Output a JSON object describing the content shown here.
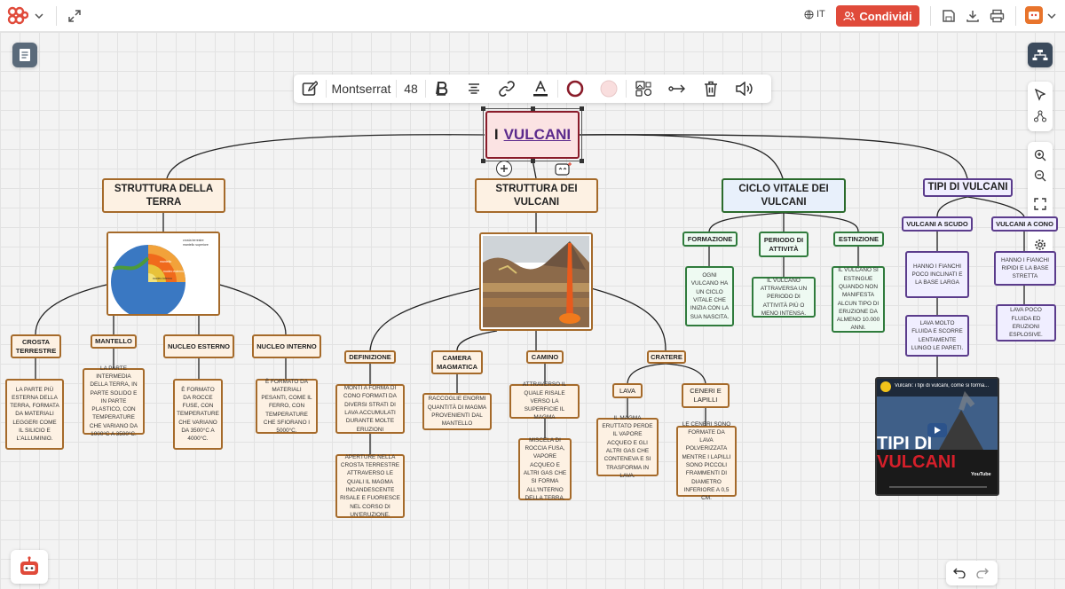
{
  "topbar": {
    "language": "IT",
    "share_label": "Condividi"
  },
  "toolbar": {
    "font": "Montserrat",
    "size": "48"
  },
  "root": {
    "prefix": "I",
    "link": "VULCANI"
  },
  "branches": {
    "terra": {
      "title": "STRUTTURA DELLA TERRA",
      "items": [
        {
          "label": "CROSTA TERRESTRE",
          "text": "La parte più esterna della Terra, formata da materiali leggeri come il silicio e l'alluminio."
        },
        {
          "label": "MANTELLO",
          "text": "La parte intermedia della Terra, in parte solido e in parte plastico, con temperature che variano da 1000°C a 3500°C."
        },
        {
          "label": "NUCLEO ESTERNO",
          "text": "È formato da rocce fuse, con temperature che variano da 3500°C a 4000°C."
        },
        {
          "label": "NUCLEO INTERNO",
          "text": "È formato da materiali pesanti, come il ferro, con temperature che sfiorano i 5000°C."
        }
      ]
    },
    "struttura": {
      "title": "STRUTTURA DEI VULCANI",
      "items": [
        {
          "label": "DEFINIZIONE",
          "text": "Monti a forma di cono formati da diversi strati di lava accumulati durante molte eruzioni",
          "text2": "Aperture nella crosta terrestre attraverso le quali il magma incandescente risale e fuoriesce nel corso di un'eruzione."
        },
        {
          "label": "CAMERA MAGMATICA",
          "text": "Raccoglie enormi quantità di magma provenienti dal mantello"
        },
        {
          "label": "CAMINO",
          "text": "Attraverso il quale risale verso la superficie il magma",
          "text2": "Miscela di roccia fusa, vapore acqueo e altri gas che si forma all'interno della Terra."
        },
        {
          "label": "CRATERE"
        }
      ],
      "cratere": {
        "lava": {
          "label": "LAVA",
          "text": "Il magma eruttato perde il vapore acqueo e gli altri gas che conteneva e si trasforma in lava."
        },
        "ceneri": {
          "label": "CENERI E LAPILLI",
          "text": "Le ceneri sono formate da lava polverizzata mentre i lapilli sono piccoli frammenti di diametro inferiore a 0,5 cm."
        }
      }
    },
    "ciclo": {
      "title": "CICLO VITALE DEI VULCANI",
      "items": [
        {
          "label": "FORMAZIONE",
          "text": "Ogni vulcano ha un ciclo vitale che inizia con la sua nascita."
        },
        {
          "label": "PERIODO DI ATTIVITÀ",
          "text": "Il vulcano attraversa un periodo di attività più o meno intensa."
        },
        {
          "label": "ESTINZIONE",
          "text": "Il vulcano si estingue quando non manifesta alcun tipo di eruzione da almeno 10.000 anni."
        }
      ]
    },
    "tipi": {
      "title": "TIPI DI VULCANI",
      "items": [
        {
          "label": "VULCANI A SCUDO",
          "text": "Hanno i fianchi poco inclinati e la base larga",
          "text2": "Lava molto fluida e scorre lentamente lungo le pareti."
        },
        {
          "label": "VULCANI A CONO",
          "text": "Hanno i fianchi ripidi e la base stretta",
          "text2": "Lava poco fluida ed eruzioni esplosive."
        }
      ]
    }
  },
  "video": {
    "title": "Vulcani: i tipi di vulcani, come si forma...",
    "caption_line1": "TIPI DI",
    "caption_line2": "VULCANI",
    "brand": "YouTube"
  },
  "earth_labels": {
    "l1": "crosta terrestre",
    "l2": "mantello superiore",
    "l3": "mantello",
    "l4": "nucleo esterno",
    "l5": "nucleo interno"
  },
  "colors": {
    "accent": "#e04a3a",
    "root_border": "#8a1c2a",
    "orange_border": "#a56a2a",
    "green_border": "#2f7b3c",
    "purple_border": "#5b3c8c"
  }
}
